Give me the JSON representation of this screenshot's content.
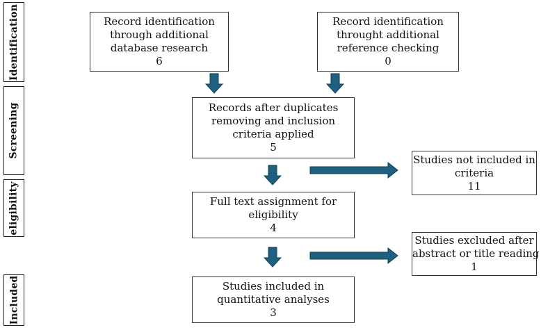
{
  "stages": {
    "identification": "Identification",
    "screening": "Screening",
    "eligibility": "eligibility",
    "included": "Included"
  },
  "boxes": {
    "db_research": {
      "lines": [
        "Record identification",
        "through additional",
        "database research"
      ],
      "count": "6"
    },
    "reference_checking": {
      "lines": [
        "Record identification",
        "throught additional",
        "reference checking"
      ],
      "count": "0"
    },
    "after_duplicates": {
      "lines": [
        "Records after duplicates",
        "removing and inclusion",
        "criteria applied"
      ],
      "count": "5"
    },
    "not_included": {
      "lines": [
        "Studies not included in",
        "criteria"
      ],
      "count": "11"
    },
    "full_text": {
      "lines": [
        "Full text assignment for",
        "eligibility"
      ],
      "count": "4"
    },
    "excluded_abstract": {
      "lines": [
        "Studies excluded after",
        "abstract or title reading"
      ],
      "count": "1"
    },
    "included_quant": {
      "lines": [
        "Studies included in",
        "quantitative analyses"
      ],
      "count": "3"
    }
  },
  "colors": {
    "arrow_fill": "#1f5f7f",
    "arrow_stroke": "#123e55",
    "box_border": "#333333"
  }
}
